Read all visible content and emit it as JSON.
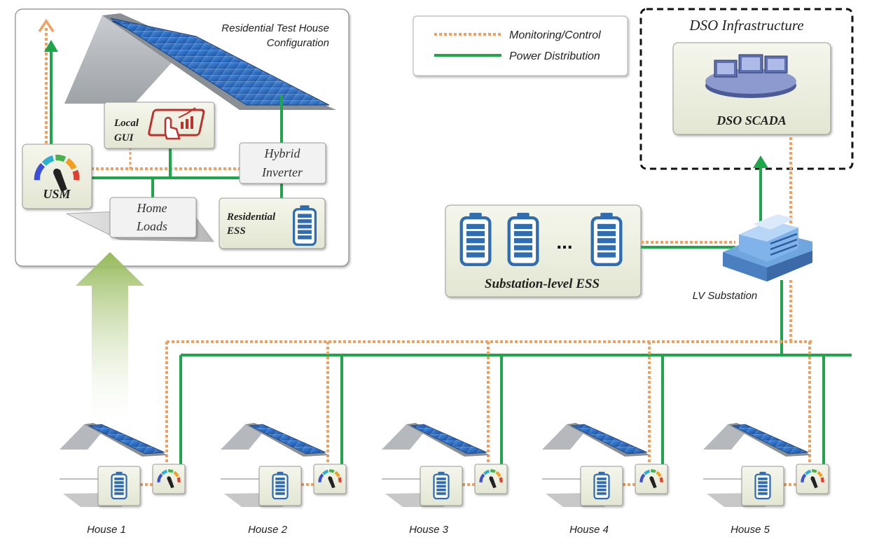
{
  "legend": {
    "monitoring_label": "Monitoring/Control",
    "power_label": "Power Distribution"
  },
  "colors": {
    "monitoring": "#f0a060",
    "power": "#1fa64a",
    "box_fill": "#eef1e0",
    "battery": "#2f6db0",
    "panel": "#2f6fc8",
    "up_arrow": "#9dbf60"
  },
  "test_house": {
    "title_line1": "Residential Test House",
    "title_line2": "Configuration",
    "local_gui_line1": "Local",
    "local_gui_line2": "GUI",
    "inverter_line1": "Hybrid",
    "inverter_line2": "Inverter",
    "usm": "USM",
    "home_loads_line1": "Home",
    "home_loads_line2": "Loads",
    "ess_line1": "Residential",
    "ess_line2": "ESS",
    "icons": [
      "solar-panel-icon",
      "touch-screen-icon",
      "meter-gauge-icon",
      "battery-icon"
    ]
  },
  "dso": {
    "title": "DSO Infrastructure",
    "scada_label": "DSO SCADA",
    "icon": "control-room-icon"
  },
  "substation_ess": {
    "label": "Substation-level ESS",
    "ellipsis": "...",
    "icon": "battery-icon"
  },
  "substation": {
    "label": "LV Substation",
    "icon": "substation-building-icon"
  },
  "houses": [
    {
      "label": "House 1"
    },
    {
      "label": "House 2"
    },
    {
      "label": "House 3"
    },
    {
      "label": "House 4"
    },
    {
      "label": "House 5"
    }
  ]
}
